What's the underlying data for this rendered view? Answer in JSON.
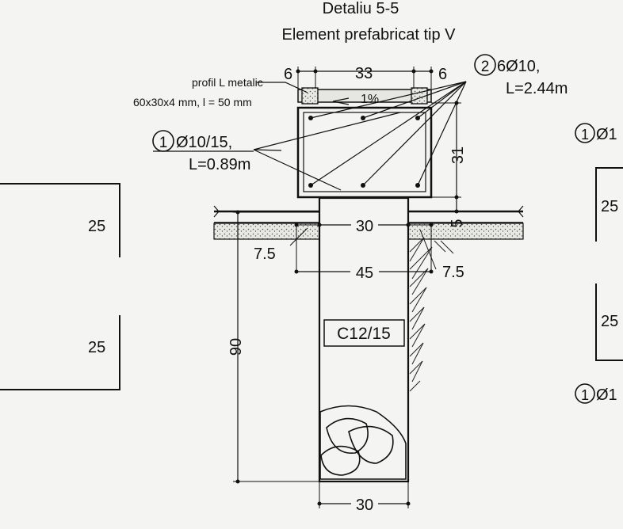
{
  "title": "Detaliu 5-5",
  "subtitle": "Element prefabricat tip V",
  "profile_label_line1": "profil L metalic",
  "profile_label_line2": "60x30x4 mm, l = 50 mm",
  "bar1": {
    "marker": "1",
    "spec": "Ø10/15,",
    "length": "L=0.89m"
  },
  "bar2": {
    "marker": "2",
    "spec": "6Ø10,",
    "length": "L=2.44m"
  },
  "dims": {
    "top_left": "6",
    "top_mid": "33",
    "top_right": "6",
    "slope": "1%",
    "channel_height": "31",
    "slab": "5",
    "wall_width": "30",
    "footing_width": "45",
    "offset_left": "7.5",
    "offset_right": "7.5",
    "depth": "90",
    "bottom_width": "30"
  },
  "concrete_label": "C12/15",
  "left_partial": {
    "label_upper": "25",
    "label_lower": "25"
  },
  "right_partial": {
    "marker_upper": "1",
    "spec_upper": "Ø1",
    "label_upper": "25",
    "label_lower": "25",
    "marker_lower": "1",
    "spec_lower": "Ø1"
  }
}
